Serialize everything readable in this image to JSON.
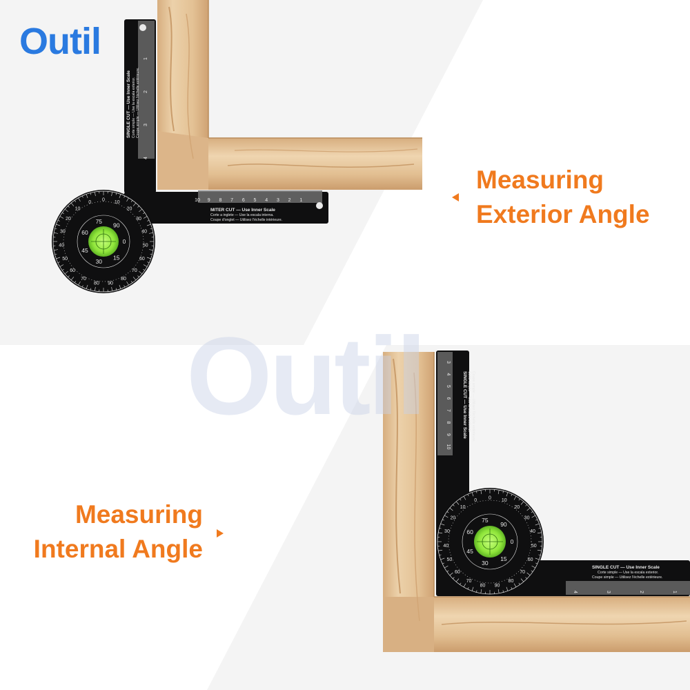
{
  "brand": {
    "logo_text": "Outil",
    "watermark_text": "Outil",
    "color": "#2a7ae0"
  },
  "captions": {
    "exterior": {
      "line1": "Measuring",
      "line2": "Exterior Angle"
    },
    "internal": {
      "line1": "Measuring",
      "line2": "Internal Angle"
    },
    "color": "#f07a1e"
  },
  "icons": {
    "arrow_exterior": "triangle-left-icon",
    "arrow_internal": "triangle-right-icon"
  },
  "tool_top": {
    "vertical_label_1": "SINGLE CUT — Use Inner Scale",
    "vertical_label_2": "Corte simple — Use la escala exterior.",
    "vertical_label_3": "Coupe simple — Utilisez l'échelle extérieure.",
    "horizontal_label_1": "MITER CUT — Use Inner Scale",
    "horizontal_label_2": "Corte a inglete — Use la escala interna.",
    "horizontal_label_3": "Coupe d'onglet — Utilisez l'échelle intérieure.",
    "vertical_ruler": [
      "1",
      "2",
      "3",
      "4"
    ],
    "horizontal_ruler": [
      "10",
      "9",
      "8",
      "7",
      "6",
      "5",
      "4",
      "3",
      "2",
      "1"
    ]
  },
  "tool_bottom": {
    "vertical_label_1": "SINGLE CUT — Use Inner Scale",
    "vertical_label_2": "Corte simple — Use la escala exterior.",
    "vertical_label_3": "Coupe simple — Utilisez l'échelle extérieure.",
    "horizontal_label_1": "SINGLE CUT — Use Inner Scale",
    "horizontal_label_2": "Corte simple — Use la escala exterior.",
    "horizontal_label_3": "Coupe simple — Utilisez l'échelle extérieure.",
    "vertical_ruler": [
      "3",
      "4",
      "5",
      "6",
      "7",
      "8",
      "9",
      "10"
    ],
    "horizontal_ruler": [
      "4",
      "3",
      "2",
      "1"
    ]
  },
  "protractor_scale": [
    "0",
    "10",
    "20",
    "30",
    "40",
    "50",
    "60",
    "70",
    "80",
    "90"
  ],
  "protractor_inner": [
    "0",
    "15",
    "30",
    "45",
    "60",
    "75",
    "90"
  ],
  "colors": {
    "wood_light": "#e8c9a0",
    "wood_mid": "#d9b183",
    "wood_dark": "#c89a68",
    "tool_black": "#0f0f10",
    "bubble_green": "#8ee63a",
    "panel_gray": "#f4f4f4"
  }
}
